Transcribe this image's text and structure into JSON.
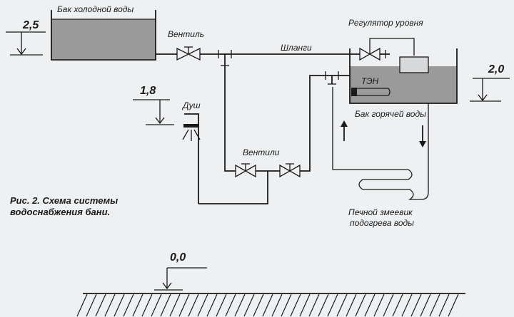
{
  "labels": {
    "cold_tank": "Бак холодной воды",
    "valve": "Вентиль",
    "hoses": "Шланги",
    "level_regulator": "Регулятор уровня",
    "heater": "ТЭН",
    "hot_tank": "Бак горячей воды",
    "shower": "Душ",
    "valves": "Вентили",
    "coil_line1": "Печной змеевик",
    "coil_line2": "подогрева воды"
  },
  "levels": {
    "cold_tank_level": "2,5",
    "shower_level": "1,8",
    "hot_tank_level": "2,0",
    "floor_level": "0,0"
  },
  "caption": {
    "line1": "Рис. 2. Схема системы",
    "line2": "водоснабжения бани."
  },
  "colors": {
    "line": "#1a1a1a",
    "water": "#9a9a9a",
    "background": "#eef0f2"
  }
}
